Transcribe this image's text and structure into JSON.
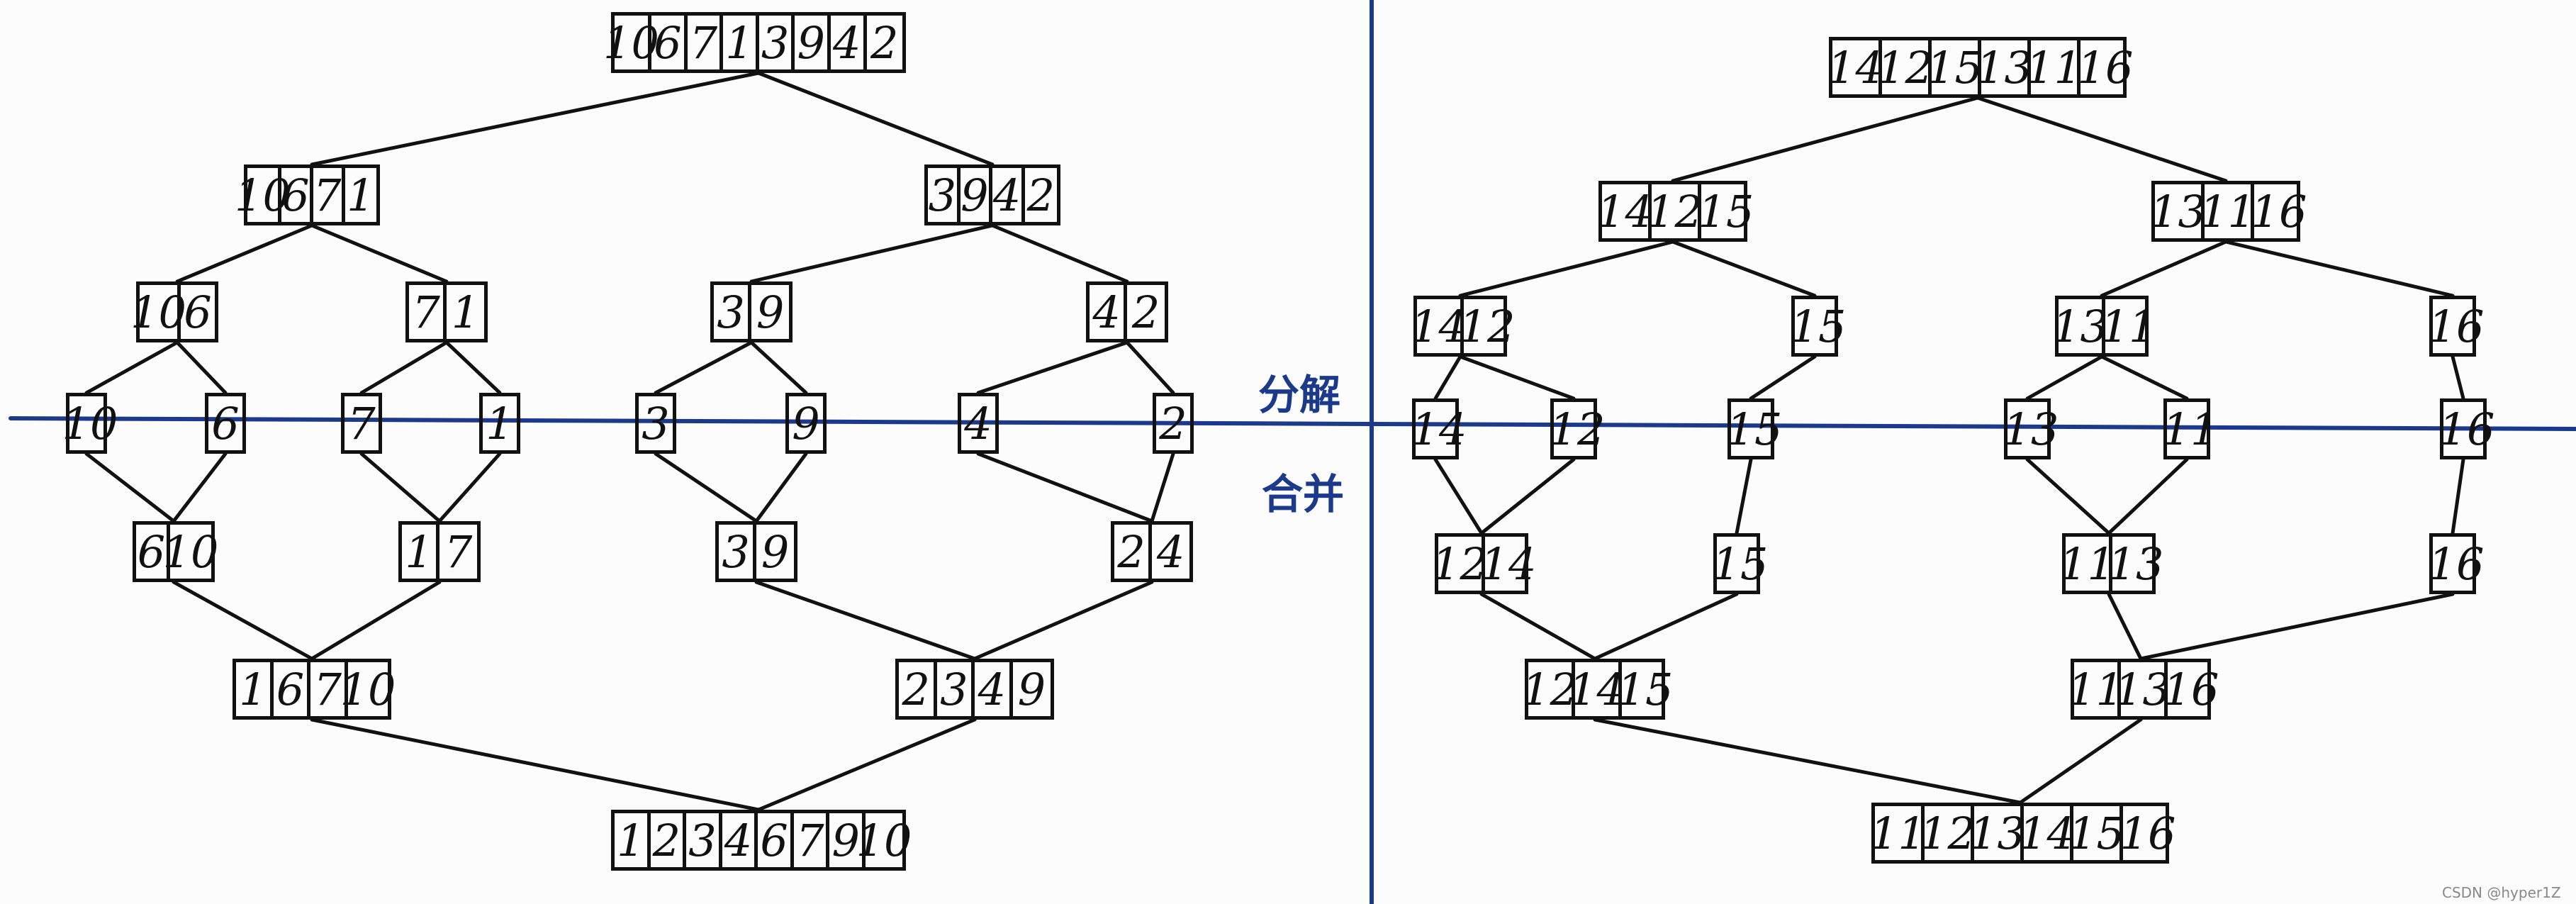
{
  "labels": {
    "split": "分解",
    "merge": "合并"
  },
  "watermark": "CSDN @hyper1Z",
  "colors": {
    "ink": "#111111",
    "axis": "#1b3a8c"
  },
  "left": {
    "split_levels": [
      [
        [
          10,
          6,
          7,
          1,
          3,
          9,
          4,
          2
        ]
      ],
      [
        [
          10,
          6,
          7,
          1
        ],
        [
          3,
          9,
          4,
          2
        ]
      ],
      [
        [
          10,
          6
        ],
        [
          7,
          1
        ],
        [
          3,
          9
        ],
        [
          4,
          2
        ]
      ],
      [
        [
          10
        ],
        [
          6
        ],
        [
          7
        ],
        [
          1
        ],
        [
          3
        ],
        [
          9
        ],
        [
          4
        ],
        [
          2
        ]
      ]
    ],
    "merge_levels": [
      [
        [
          6,
          10
        ],
        [
          1,
          7
        ],
        [
          3,
          9
        ],
        [
          2,
          4
        ]
      ],
      [
        [
          1,
          6,
          7,
          10
        ],
        [
          2,
          3,
          4,
          9
        ]
      ],
      [
        [
          1,
          2,
          3,
          4,
          6,
          7,
          9,
          10
        ]
      ]
    ]
  },
  "right": {
    "split_levels": [
      [
        [
          14,
          12,
          15,
          13,
          11,
          16
        ]
      ],
      [
        [
          14,
          12,
          15
        ],
        [
          13,
          11,
          16
        ]
      ],
      [
        [
          14,
          12
        ],
        [
          15
        ],
        [
          13,
          11
        ],
        [
          16
        ]
      ],
      [
        [
          14
        ],
        [
          12
        ],
        [
          15
        ],
        [
          13
        ],
        [
          11
        ],
        [
          16
        ]
      ]
    ],
    "merge_levels": [
      [
        [
          12,
          14
        ],
        [
          15
        ],
        [
          11,
          13
        ],
        [
          16
        ]
      ],
      [
        [
          12,
          14,
          15
        ],
        [
          11,
          13,
          16
        ]
      ],
      [
        [
          11,
          12,
          13,
          14,
          15,
          16
        ]
      ]
    ]
  }
}
